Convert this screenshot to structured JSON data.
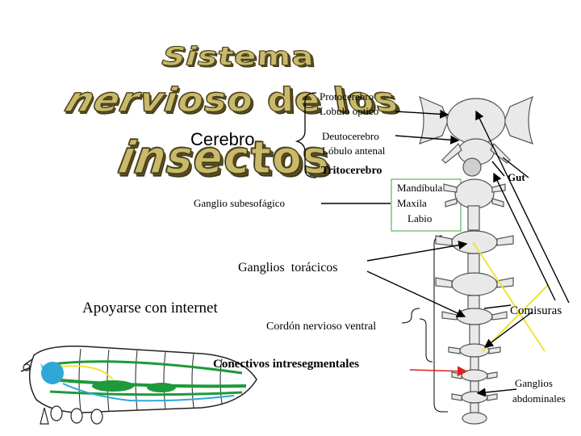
{
  "title": "Sistema nervioso de los insectos",
  "labels": {
    "protocerebro": "Protocerebro",
    "lobulo_optico": "Lobulo optico",
    "cerebro": "Cerebro",
    "deutocerebro": "Deutocerebro",
    "lobulo_antenal": "Lóbulo antenal",
    "tritocerebro": "Tritocerebro",
    "ganglio_subesofagico": "Ganglio subesofágico",
    "mandibula": "Mandíbula",
    "maxila": "Maxila",
    "labio": "Labio",
    "gut": "Gut",
    "ganglios_toracicos": "Ganglios  torácicos",
    "apoyarse": "Apoyarse con internet",
    "cordon": "Cordón nervioso ventral",
    "comisuras": "Comisuras",
    "conectivos": "Conectivos intresegmentales",
    "ganglios_abdominales_1": "Ganglios",
    "ganglios_abdominales_2": "abdominales"
  },
  "colors": {
    "title_fill": "#c9b96a",
    "box_outline": "#66bb66",
    "yellow_line": "#f2e23a",
    "red_arrow": "#dd2222",
    "larva_blue": "#2fa8d8",
    "larva_green": "#1e9a3a"
  }
}
